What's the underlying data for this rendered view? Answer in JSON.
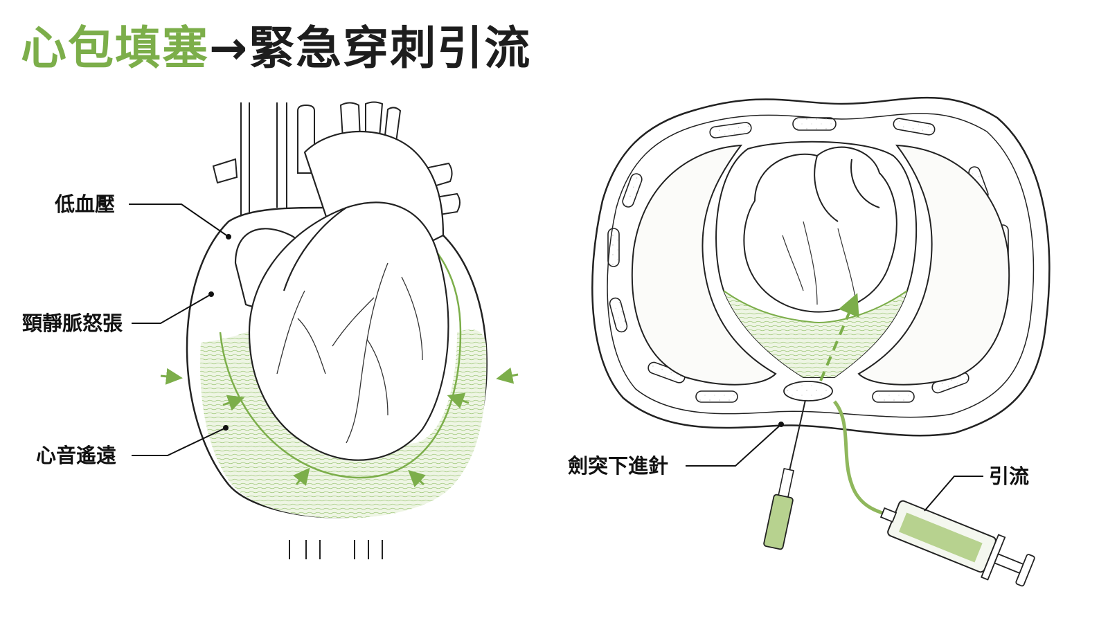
{
  "title": {
    "part1": "心包填塞",
    "arrow": "→",
    "part2": "緊急穿刺引流"
  },
  "left_panel": {
    "labels": {
      "hypotension": "低血壓",
      "jvd": "頸靜脈怒張",
      "muffled": "心音遙遠"
    }
  },
  "right_panel": {
    "labels": {
      "subxiphoid": "劍突下進針",
      "drainage": "引流"
    }
  },
  "colors": {
    "accent_green": "#7cae4a",
    "fluid_green": "#cfe3b4",
    "ink": "#1d1d1d"
  }
}
